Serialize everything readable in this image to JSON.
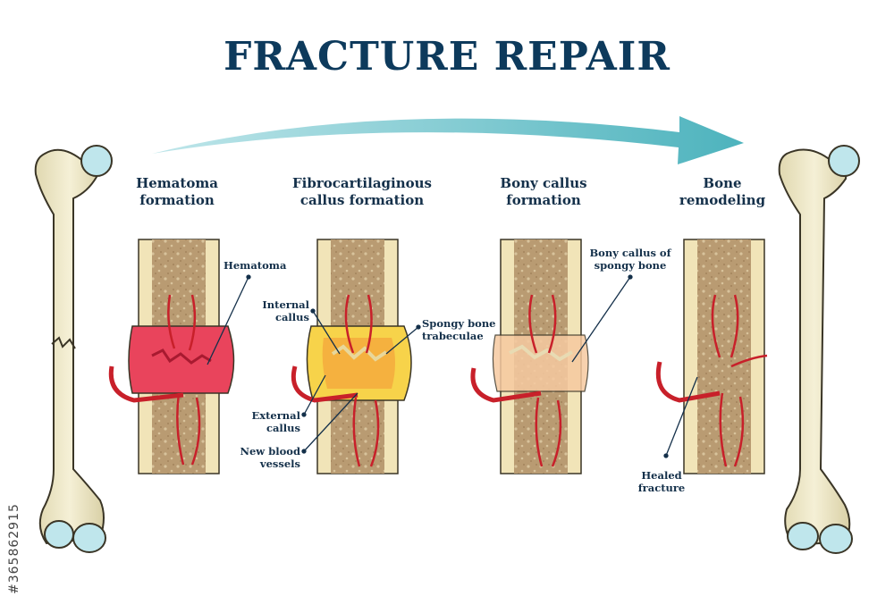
{
  "title": "FRACTURE REPAIR",
  "stages": [
    {
      "line1": "Hematoma",
      "line2": "formation"
    },
    {
      "line1": "Fibrocartilaginous",
      "line2": "callus formation"
    },
    {
      "line1": "Bony callus",
      "line2": "formation"
    },
    {
      "line1": "Bone",
      "line2": "remodeling"
    }
  ],
  "labels": {
    "hematoma": "Hematoma",
    "internal_callus": [
      "Internal",
      "callus"
    ],
    "external_callus": [
      "External",
      "callus"
    ],
    "new_blood_vessels": [
      "New blood",
      "vessels"
    ],
    "spongy_bone_trabeculae": [
      "Spongy bone",
      "trabeculae"
    ],
    "bony_callus_spongy": [
      "Bony callus of",
      "spongy bone"
    ],
    "healed_fracture": [
      "Healed",
      "fracture"
    ]
  },
  "stock_id": "#365862915",
  "colors": {
    "title": "#0d3a5c",
    "arrow": "#5bbcc4",
    "bone": "#efe9c9",
    "bone_outline": "#3a3526",
    "cartilage": "#bfe6ec",
    "cortical": "#f1e4b8",
    "marrow": "#bfa178",
    "vessel": "#c8202a",
    "hematoma": "#e9445c",
    "callus": "#f7d34a"
  }
}
